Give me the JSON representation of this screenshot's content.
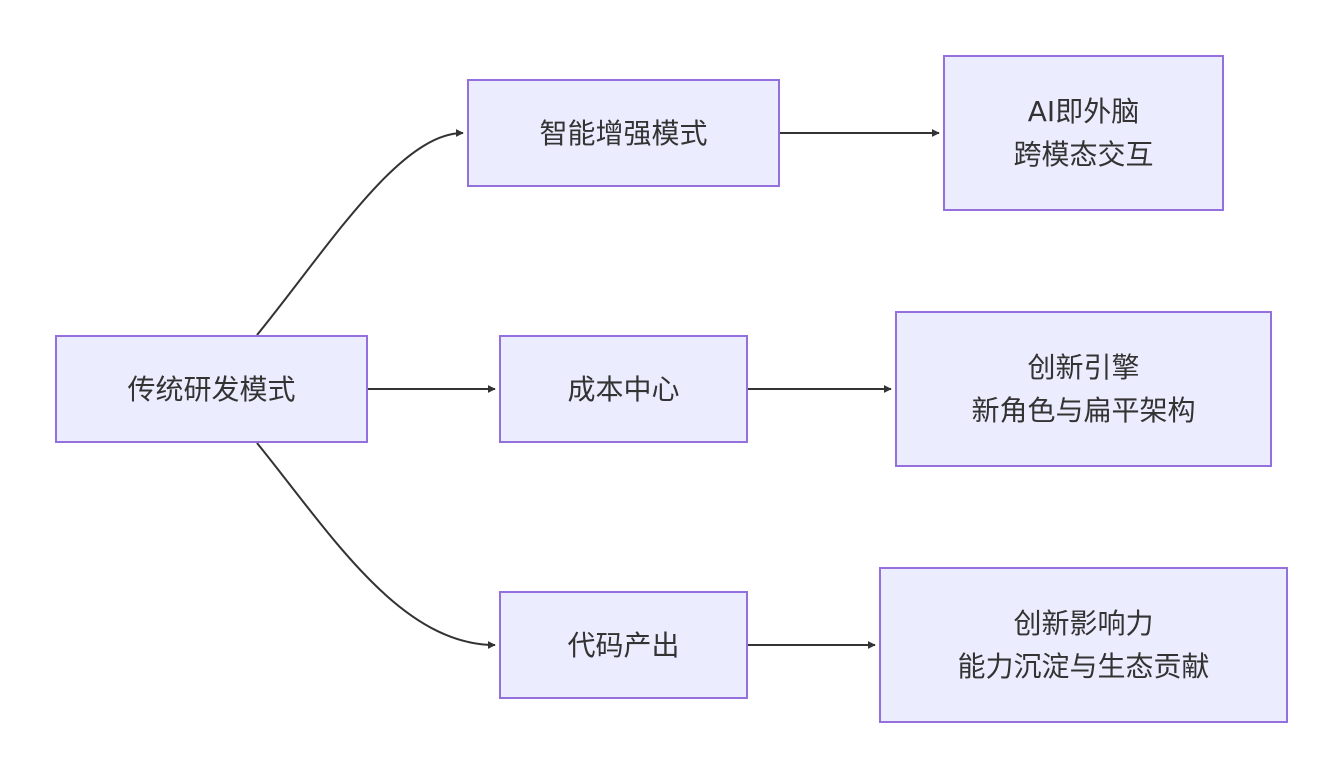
{
  "diagram": {
    "colors": {
      "node_fill": "#ececff",
      "node_border": "#9370db",
      "edge": "#333333",
      "text": "#333333"
    },
    "nodes": {
      "traditional": {
        "lines": [
          "传统研发模式"
        ]
      },
      "smart": {
        "lines": [
          "智能增强模式"
        ]
      },
      "cost": {
        "lines": [
          "成本中心"
        ]
      },
      "code": {
        "lines": [
          "代码产出"
        ]
      },
      "ai": {
        "lines": [
          "AI即外脑",
          "跨模态交互"
        ]
      },
      "innovation": {
        "lines": [
          "创新引擎",
          "新角色与扁平架构"
        ]
      },
      "influence": {
        "lines": [
          "创新影响力",
          "能力沉淀与生态贡献"
        ]
      }
    },
    "edges": [
      {
        "from": "traditional",
        "to": "smart"
      },
      {
        "from": "traditional",
        "to": "cost"
      },
      {
        "from": "traditional",
        "to": "code"
      },
      {
        "from": "smart",
        "to": "ai"
      },
      {
        "from": "cost",
        "to": "innovation"
      },
      {
        "from": "code",
        "to": "influence"
      }
    ]
  }
}
